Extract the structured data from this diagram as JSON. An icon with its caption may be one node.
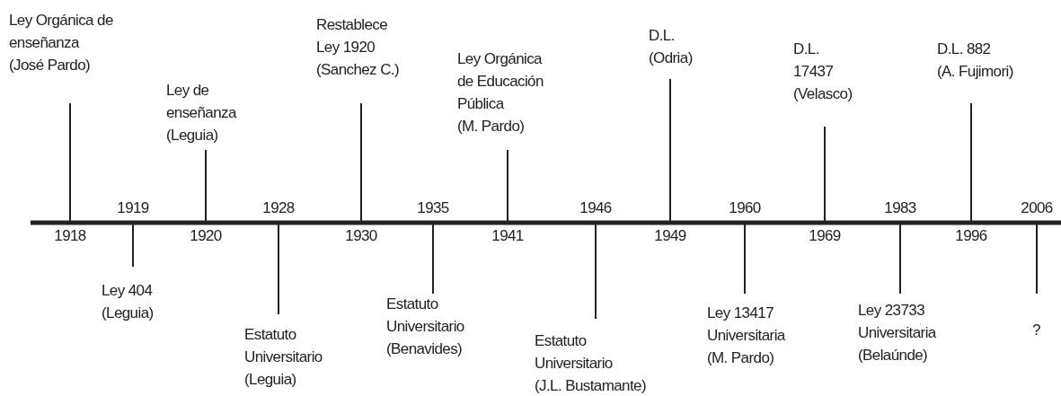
{
  "diagram": {
    "nodes": [
      {
        "text": [
          "Ley Orgánica de enseñanza (José Pardo)"
        ]
      },
      {
        "text": [
          "Ley 404 (Leguia)"
        ]
      },
      {
        "text": [
          "Ley de enseñanza (Leguia)"
        ]
      },
      {
        "text": [
          "Estatuto Universitario (Leguia)"
        ]
      },
      {
        "text": [
          "Restablece Ley 1920 (Sanchez C.)"
        ]
      },
      {
        "text": [
          "Estatuto Universitario (Benavides)"
        ]
      },
      {
        "text": [
          "Ley Orgánica de Educación Pública (M. Pardo)"
        ]
      },
      {
        "text": [
          "Estatuto Universitario (J.L. Bustamante)"
        ]
      },
      {
        "text": [
          "D.L. (Odria)"
        ]
      },
      {
        "text": [
          "Ley 13417 Universitaria (M. Pardo)"
        ]
      },
      {
        "text": [
          "D.L. 17437 (Velasco)"
        ]
      },
      {
        "text": [
          "Ley 23733 Universitaria (Belaúnde)"
        ]
      },
      {
        "text": [
          "D.L. 882 (A. Fujimori)"
        ]
      },
      {
        "text": [
          "?"
        ]
      }
    ],
    "edges": [
      {
        "from": 0,
        "to": null,
        "arrow": "none"
      },
      {
        "from": 1,
        "to": null,
        "arrow": "none"
      },
      {
        "from": 2,
        "to": null,
        "arrow": "none"
      },
      {
        "from": 3,
        "to": null,
        "arrow": "none"
      },
      {
        "from": 4,
        "to": null,
        "arrow": "none"
      },
      {
        "from": 5,
        "to": null,
        "arrow": "none"
      },
      {
        "from": 6,
        "to": null,
        "arrow": "none"
      },
      {
        "from": 7,
        "to": null,
        "arrow": "none"
      },
      {
        "from": 8,
        "to": null,
        "arrow": "none"
      },
      {
        "from": 9,
        "to": null,
        "arrow": "none"
      },
      {
        "from": 10,
        "to": null,
        "arrow": "none"
      },
      {
        "from": 11,
        "to": null,
        "arrow": "none"
      },
      {
        "from": 12,
        "to": null,
        "arrow": "none"
      },
      {
        "from": 13,
        "to": null,
        "arrow": "none"
      }
    ],
    "labels": [
      "1919",
      "1928",
      "1935",
      "1946",
      "1960",
      "1983",
      "2006",
      "1918",
      "1920",
      "1930",
      "1941",
      "1949",
      "1969",
      "1996"
    ]
  }
}
